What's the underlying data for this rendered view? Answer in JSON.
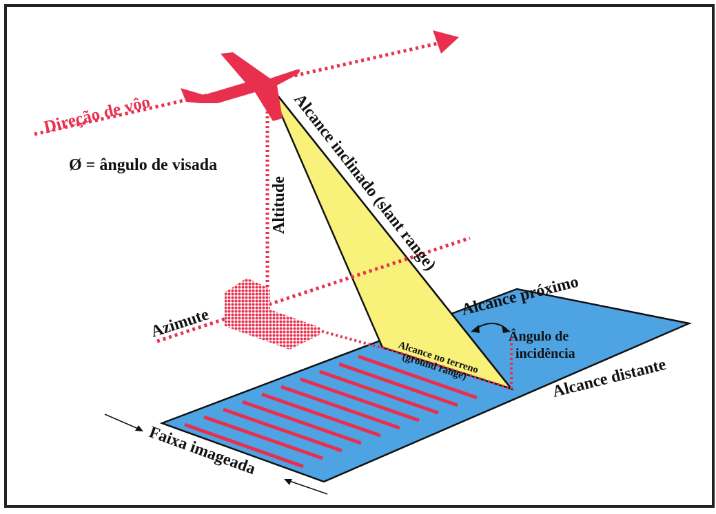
{
  "labels": {
    "flight_direction": "Direção de vôo",
    "look_angle": "Ø = ângulo de visada",
    "altitude": "Altitude",
    "slant_range": "Alcance inclinado (slant range)",
    "near_range": "Alcance próximo",
    "incidence_angle_line1": "Ângulo de",
    "incidence_angle_line2": "incidência",
    "far_range": "Alcance distante",
    "ground_range_line1": "Alcance no terreno",
    "ground_range_line2": "(ground range)",
    "azimuth": "Azimute",
    "swath": "Faixa imageada"
  },
  "colors": {
    "frame": "#222222",
    "red": "#e8304e",
    "swath_fill": "#4ea3e3",
    "triangle_fill": "#f8f27a",
    "text_dark": "#111111"
  }
}
